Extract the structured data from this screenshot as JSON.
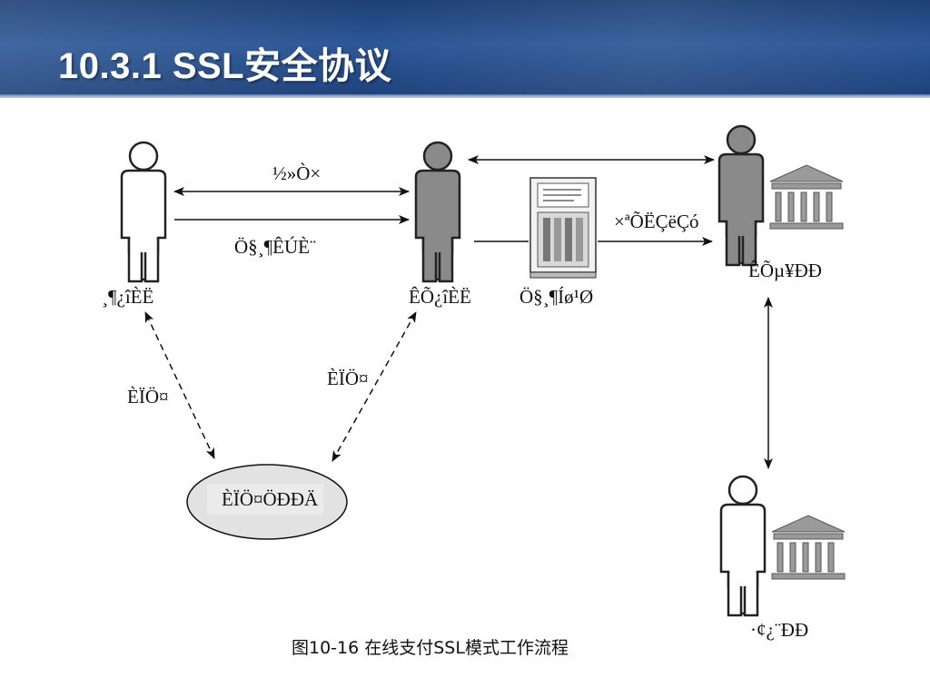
{
  "slide": {
    "title": "10.3.1   SSL安全协议",
    "caption": "图10-16  在线支付SSL模式工作流程"
  },
  "diagram": {
    "nodes": {
      "consumer": "¸¶¿îÈË",
      "merchant": "ÊÕ¿îÈË",
      "payment_gateway": "Ö§¸¶Íø¹Ø",
      "acquiring_bank": "ÊÕµ¥ÐÐ",
      "issuing_bank": "·¢¿¨ÐÐ",
      "certificate_authority": "ÈÏÖ¤ÖÐÐÄ"
    },
    "edges": {
      "transaction": "½»Ò×",
      "payment_request": "Ö§¸¶ÊÚÈ¨",
      "transfer_request": "×ªÕËÇëÇó",
      "consumer_certification": "ÈÏÖ¤",
      "merchant_certification": "ÈÏÖ¤"
    },
    "colors": {
      "header": "#2c5796",
      "client_figure": "#ffffff",
      "merchant_figure": "#8a8a8a",
      "ca_ellipse": "#e2e2e2"
    }
  }
}
